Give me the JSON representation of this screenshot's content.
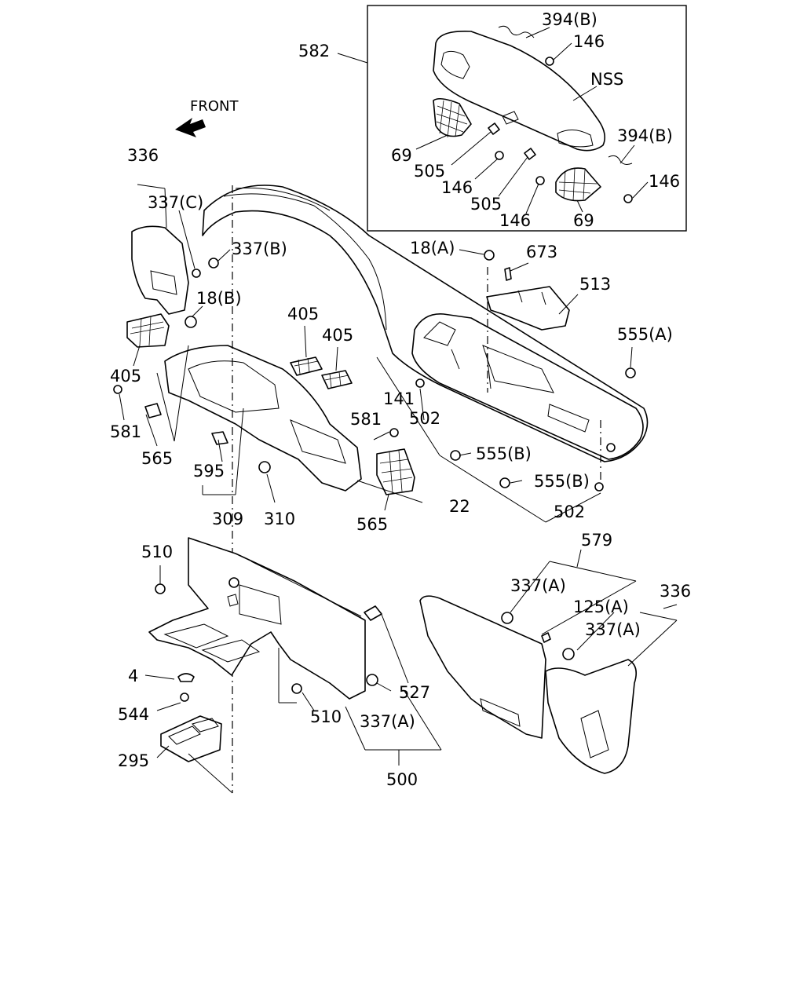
{
  "direction": {
    "label": "FRONT"
  },
  "labels": {
    "l582": "582",
    "l394b_1": "394(B)",
    "l146_1": "146",
    "lnss": "NSS",
    "l394b_2": "394(B)",
    "l146_2": "146",
    "l69_1": "69",
    "l505_1": "505",
    "l146_3": "146",
    "l505_2": "505",
    "l146_4": "146",
    "l69_2": "69",
    "l336_1": "336",
    "l337c": "337(C)",
    "l337b": "337(B)",
    "l18b": "18(B)",
    "l18a": "18(A)",
    "l673": "673",
    "l513": "513",
    "l405_1": "405",
    "l405_2": "405",
    "l405_3": "405",
    "l555a": "555(A)",
    "l141": "141",
    "l502_1": "502",
    "l581_1": "581",
    "l581_2": "581",
    "l565_1": "565",
    "l565_2": "565",
    "l555b_1": "555(B)",
    "l555b_2": "555(B)",
    "l595": "595",
    "l22": "22",
    "l502_2": "502",
    "l309": "309",
    "l310": "310",
    "l579": "579",
    "l510_1": "510",
    "l337a_1": "337(A)",
    "l336_2": "336",
    "l125a": "125(A)",
    "l337a_2": "337(A)",
    "l4": "4",
    "l527": "527",
    "l544": "544",
    "l510_2": "510",
    "l337a_3": "337(A)",
    "l295": "295",
    "l500": "500"
  }
}
